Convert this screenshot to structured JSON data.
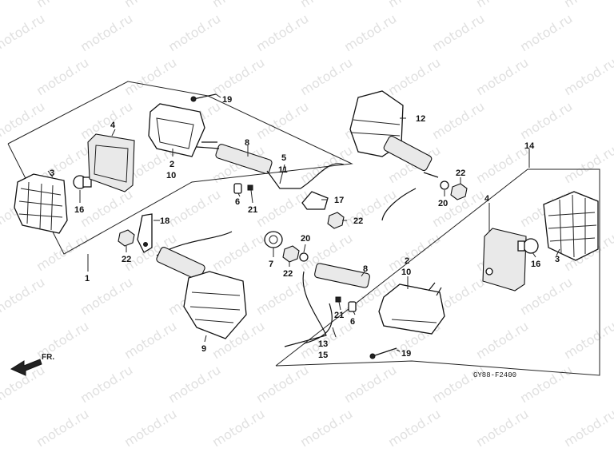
{
  "watermark": {
    "text": "motod.ru"
  },
  "front_label": "FR.",
  "diagram_code": "GY88-F2400",
  "callouts": {
    "c1": "1",
    "c2a": "2",
    "c10a": "10",
    "c3a": "3",
    "c4a": "4",
    "c5": "5",
    "c11": "11",
    "c6a": "6",
    "c21a": "21",
    "c8a": "8",
    "c16a": "16",
    "c18": "18",
    "c22a": "22",
    "c9": "9",
    "c19a": "19",
    "c12": "12",
    "c14": "14",
    "c17": "17",
    "c22b": "22",
    "c22c": "22",
    "c20a": "20",
    "c7": "7",
    "c22d": "22",
    "c20b": "20",
    "c8b": "8",
    "c2b": "2",
    "c10b": "10",
    "c21b": "21",
    "c6b": "6",
    "c13": "13",
    "c15": "15",
    "c19b": "19",
    "c4b": "4",
    "c16b": "16",
    "c3b": "3"
  }
}
